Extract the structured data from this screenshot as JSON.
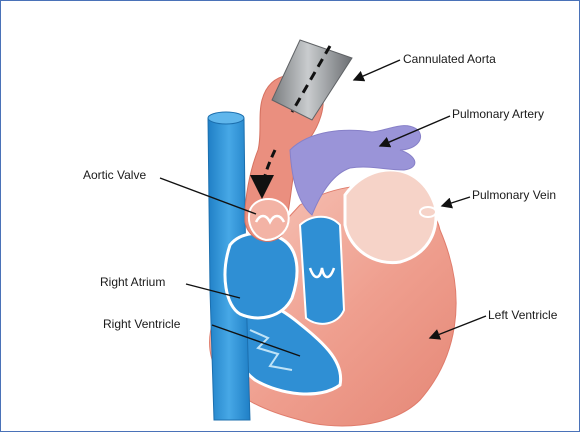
{
  "labels": {
    "cannulated_aorta": "Cannulated Aorta",
    "pulmonary_artery": "Pulmonary Artery",
    "aortic_valve": "Aortic Valve",
    "pulmonary_vein": "Pulmonary Vein",
    "right_atrium": "Right Atrium",
    "left_ventricle": "Left Ventricle",
    "right_ventricle": "Right Ventricle"
  },
  "colors": {
    "frame_border": "#4a72b8",
    "vena_cava_blue": "#2f8fd4",
    "muscle_pink": "#f2b7a8",
    "pulmonary_lavender": "#9a94d8",
    "aorta_salmon": "#e98a7a"
  }
}
